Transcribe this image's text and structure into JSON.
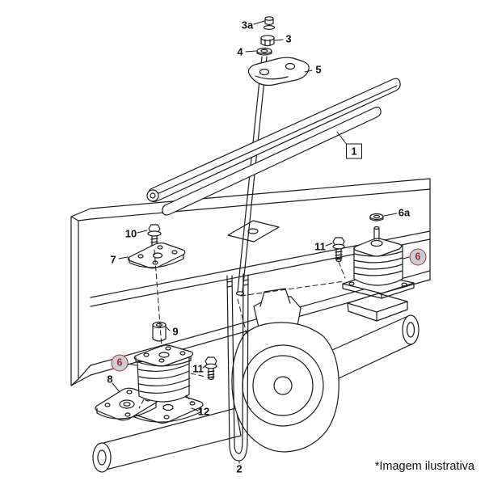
{
  "page": {
    "background": "#ffffff",
    "footnote": "*Imagem ilustrativa"
  },
  "diagram": {
    "colors": {
      "line": "#1a1a1a",
      "label_text": "#111111",
      "highlight_ring": "#c03030",
      "highlight_text": "#bb2020",
      "highlight_fill": "#c7d0d8"
    },
    "callouts": [
      {
        "label": "3a",
        "style": "plain"
      },
      {
        "label": "3",
        "style": "plain"
      },
      {
        "label": "4",
        "style": "plain"
      },
      {
        "label": "5",
        "style": "plain"
      },
      {
        "label": "1",
        "style": "boxed"
      },
      {
        "label": "6a",
        "style": "plain"
      },
      {
        "label": "11",
        "style": "plain"
      },
      {
        "label": "6",
        "style": "circled"
      },
      {
        "label": "10",
        "style": "plain"
      },
      {
        "label": "7",
        "style": "plain"
      },
      {
        "label": "9",
        "style": "plain"
      },
      {
        "label": "6",
        "style": "circled"
      },
      {
        "label": "11",
        "style": "plain"
      },
      {
        "label": "8",
        "style": "plain"
      },
      {
        "label": "12",
        "style": "plain"
      },
      {
        "label": "2",
        "style": "plain"
      }
    ]
  }
}
